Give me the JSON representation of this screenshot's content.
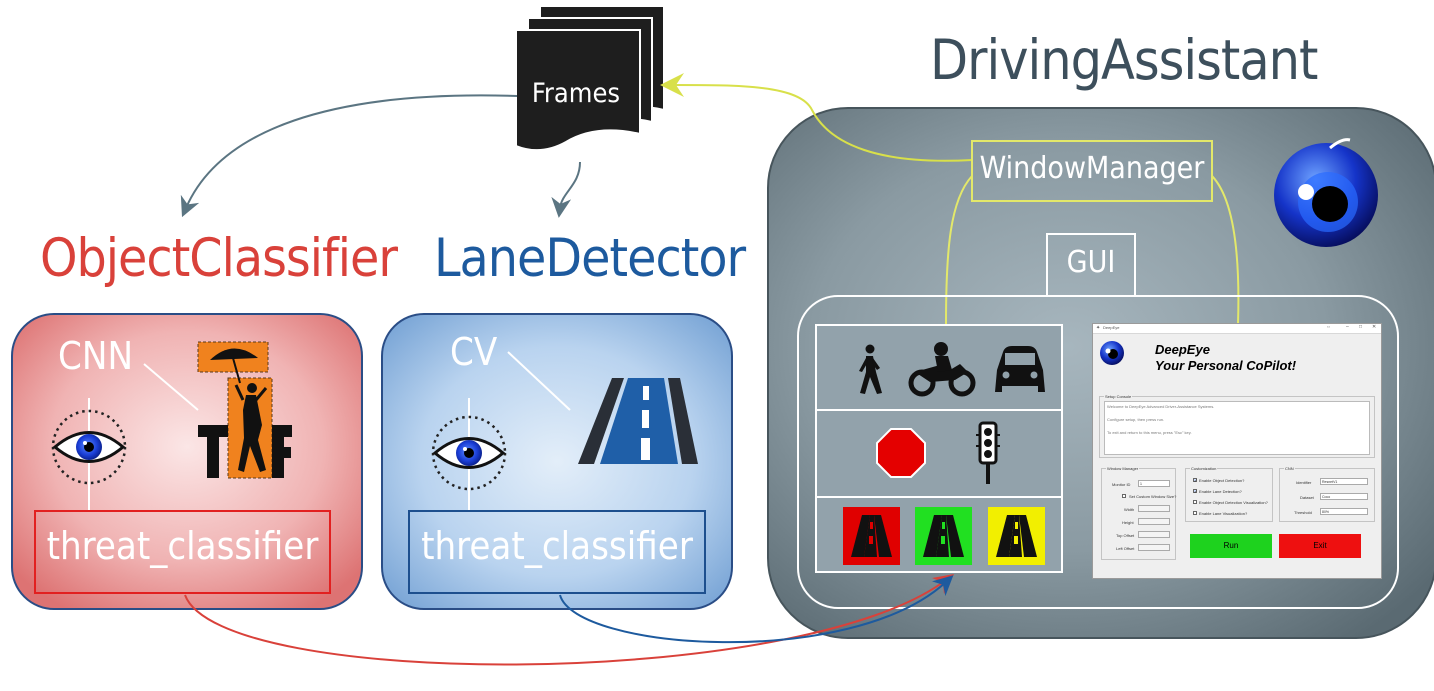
{
  "frames": {
    "label": "Frames"
  },
  "object_classifier": {
    "title": "ObjectClassifier",
    "tech_label": "CNN",
    "module_label": "threat_classifier"
  },
  "lane_detector": {
    "title": "LaneDetector",
    "tech_label": "CV",
    "module_label": "threat_classifier"
  },
  "driving_assistant": {
    "title": "DrivingAssistant",
    "window_manager_label": "WindowManager",
    "gui_label": "GUI"
  },
  "colors": {
    "object_classifier": "#d9413a",
    "lane_detector": "#1d5a9e",
    "driving_assistant_title": "#3d4f5c",
    "window_manager_border": "#e3e86a",
    "arrow_gray": "#5b7582",
    "arrow_red": "#d9413a",
    "arrow_blue": "#1d5a9e",
    "lane_red": "#e00000",
    "lane_green": "#21e021",
    "lane_yellow": "#f2ef00"
  },
  "gui_window": {
    "window_title": "DeepEye",
    "app_name": "DeepEye",
    "tagline": "Your Personal CoPilot!",
    "setup_console": {
      "label": "Setup Console",
      "lines": [
        "Welcome to DeepEye Advanced Driver-Assistance Systems.",
        "Configure setup, then press run.",
        "To exit and return to this menu, press \"Esc\" key."
      ]
    },
    "window_manager": {
      "label": "Window Manager",
      "monitor_id_label": "Monitor ID",
      "monitor_id_value": "1",
      "custom_size_label": "Set Custom Window Size?",
      "width_label": "Width",
      "height_label": "Height",
      "top_offset_label": "Top Offset",
      "left_offset_label": "Left Offset"
    },
    "customization": {
      "label": "Customization",
      "options": [
        {
          "label": "Enable Object Detection?",
          "checked": true
        },
        {
          "label": "Enable Lane Detection?",
          "checked": true
        },
        {
          "label": "Enable Object Detection Visualization?",
          "checked": false
        },
        {
          "label": "Enable Lane Visualization?",
          "checked": false
        }
      ]
    },
    "cnn": {
      "label": "CNN",
      "identifier_label": "Identifier",
      "identifier_value": "ResnetV1",
      "dataset_label": "Dataset",
      "dataset_value": "Coco",
      "threshold_label": "Threshold",
      "threshold_value": "80%"
    },
    "run_label": "Run",
    "exit_label": "Exit"
  }
}
